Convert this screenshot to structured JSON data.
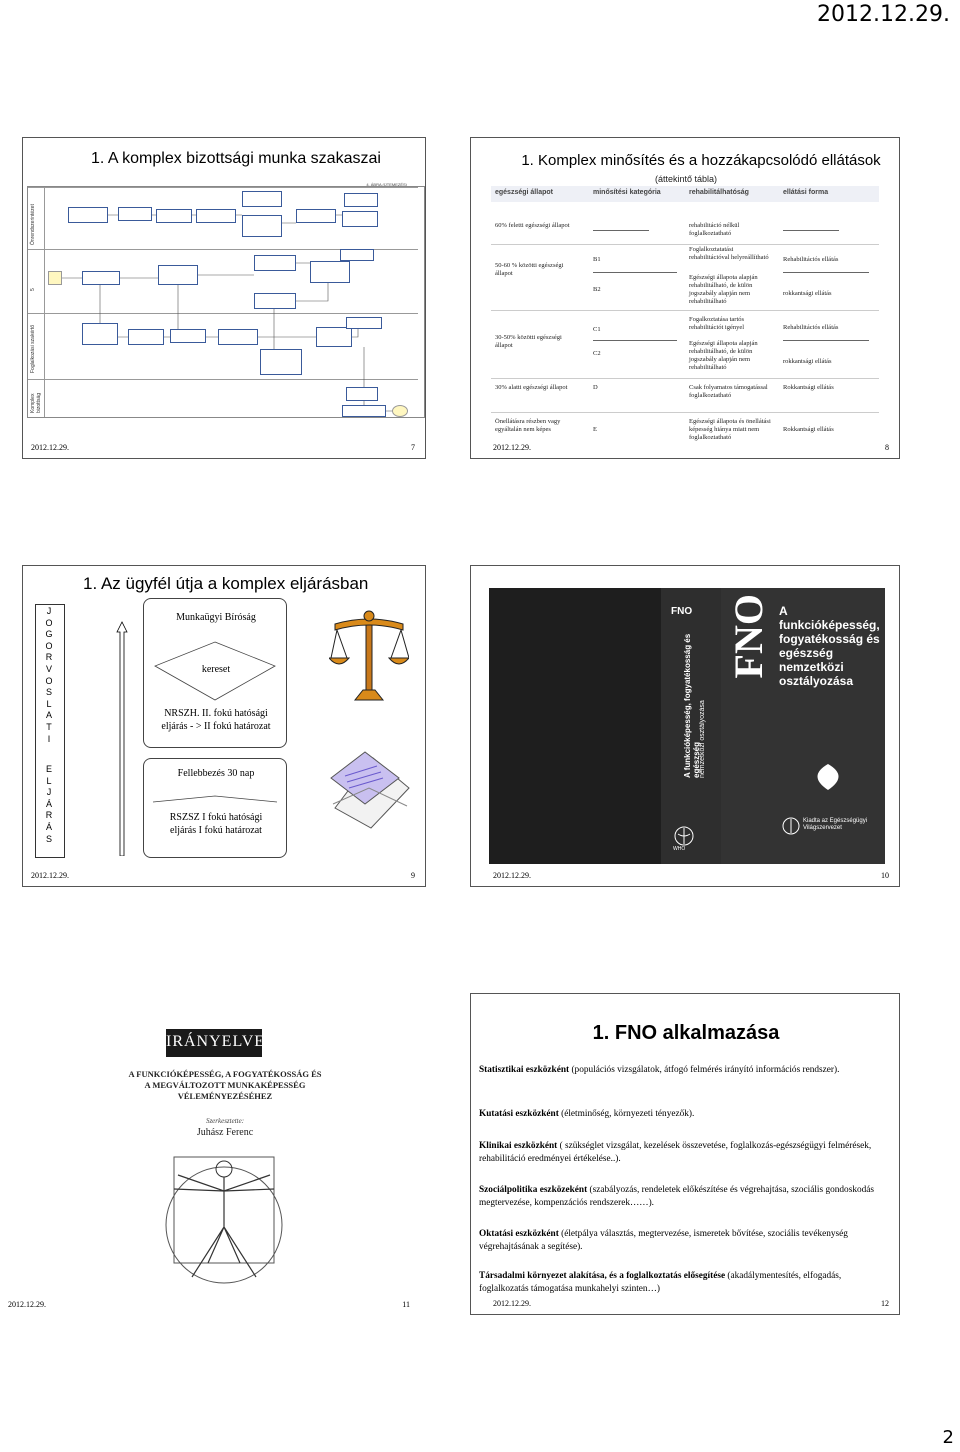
{
  "page": {
    "header_date": "2012.12.29.",
    "page_number": "2"
  },
  "slide7": {
    "title": "1. A komplex bizottsági munka szakaszai",
    "corner_note": "4. ÁBRA (ÜTEMEZÉS)",
    "lanes": [
      "Önrendszerintézet",
      "5",
      "Foglalkozási szakértő",
      "Komplex bizottság"
    ],
    "footer_date": "2012.12.29.",
    "footer_num": "7"
  },
  "slide8": {
    "title": "1. Komplex minősítés és a hozzákapcsolódó ellátások",
    "subtitle": "(áttekintő tábla)",
    "headers": [
      "egészségi állapot",
      "minősítési kategória",
      "rehabilitálhatóság",
      "ellátási forma"
    ],
    "rows": [
      {
        "state": "60% feletti egészségi állapot",
        "cat": "",
        "rehab": "rehabilitáció nélkül foglalkoztatható",
        "form": ""
      },
      {
        "state": "50-60 % közötti egészségi állapot",
        "cat1": "B1",
        "cat2": "B2",
        "rehab1": "Foglalkoztatatási rehabilitációval helyreállítható",
        "rehab2": "Egészségi állapota alapján rehabilitálható, de külön jogszabály alapján nem rehabilitálható",
        "form1": "Rehabilitációs ellátás",
        "form2": "rokkantsági ellátás"
      },
      {
        "state": "30-50% közötti egészségi állapot",
        "cat1": "C1",
        "cat2": "C2",
        "rehab1": "Fogalkoztatása tartós rehabilitációt igényel",
        "rehab2": "Egészségi állapota alapján rehabilitálható, de külön jogszabály alapján nem rehabilitálható",
        "form1": "Rehabilitációs ellátás",
        "form2": "rokkantsági ellátás"
      },
      {
        "state": "30% alatti egészségi állapot",
        "cat": "D",
        "rehab": "Csak folyamatos támogatással foglalkoztatható",
        "form": "Rokkantsági ellátás"
      },
      {
        "state": "Önellátásra részben vagy egyáltalán nem képes",
        "cat": "E",
        "rehab": "Egészségi állapota és önellátási képesség hiánya miatt nem foglalkoztatható",
        "form": "Rokkantsági ellátás"
      }
    ],
    "footer_date": "2012.12.29.",
    "footer_num": "8"
  },
  "slide9": {
    "title": "1. Az ügyfél útja a komplex eljárásban",
    "left_top": [
      "J",
      "O",
      "G",
      "O",
      "R",
      "V",
      "O",
      "S",
      "L",
      "A",
      "T",
      "I"
    ],
    "left_bottom": [
      "E",
      "L",
      "J",
      "Á",
      "R",
      "Á",
      "S"
    ],
    "box1_top": "Munkaügyi Bíróság",
    "box1_mid": "kereset",
    "box1_bot": "NRSZH. II. fokú hatósági eljárás - > II fokú határozat",
    "box2_top": "Fellebbezés 30 nap",
    "box2_bot": "RSZSZ I fokú hatósági eljárás I fokú határozat",
    "footer_date": "2012.12.29.",
    "footer_num": "9"
  },
  "slide10": {
    "fno": "FNO",
    "fno_big": "FNO",
    "cover_title": "A funkcióképesség, fogyatékosság és egészség nemzetközi osztályozása",
    "spine1": "A funkcióképesség, fogyatékosság és egészség",
    "spine2": "nemzetközi osztályozása",
    "publisher": "Kiadta az Egészségügyi Világszervezet",
    "who": "WHO",
    "footer_date": "2012.12.29.",
    "footer_num": "10"
  },
  "slide11": {
    "banner": "IRÁNYELVEK",
    "heading": "A FUNKCIÓKÉPESSÉG, A FOGYATÉKOSSÁG ÉS A MEGVÁLTOZOTT MUNKAKÉPESSÉG VÉLEMÉNYEZÉSÉHEZ",
    "editor_label": "Szerkesztette:",
    "editor": "Juhász Ferenc",
    "footer_date": "2012.12.29.",
    "footer_num": "11"
  },
  "slide12": {
    "title": "1. FNO alkalmazása",
    "items": [
      {
        "bold": "Statisztikai eszközként",
        "text": " (populációs vizsgálatok, átfogó felmérés irányító információs rendszer)."
      },
      {
        "bold": "Kutatási eszközként",
        "text": " (életminőség, környezeti tényezők)."
      },
      {
        "bold": "Klinikai eszközként",
        "text": " ( szükséglet vizsgálat, kezelések összevetése, foglalkozás-egészségügyi felmérések, rehabilitáció eredményei értékelése..)."
      },
      {
        "bold": "Szociálpolitika eszközeként",
        "text": " (szabályozás, rendeletek előkészítése és végrehajtása, szociális gondoskodás megtervezése, kompenzációs rendszerek……)."
      },
      {
        "bold": "Oktatási eszközként",
        "text": " (életpálya választás, megtervezése, ismeretek bővítése, szociális tevékenység végrehajtásának a segítése)."
      },
      {
        "bold": "Társadalmi környezet alakítása, és a foglalkoztatás elősegítése",
        "text": " (akadálymentesítés, elfogadás, foglalkozatás támogatása munkahelyi szinten…)"
      }
    ],
    "footer_date": "2012.12.29.",
    "footer_num": "12"
  },
  "colors": {
    "accent_blue": "#3a5a9a",
    "book_dark": "#2a2a2a",
    "scale_orange": "#d98a1a"
  }
}
